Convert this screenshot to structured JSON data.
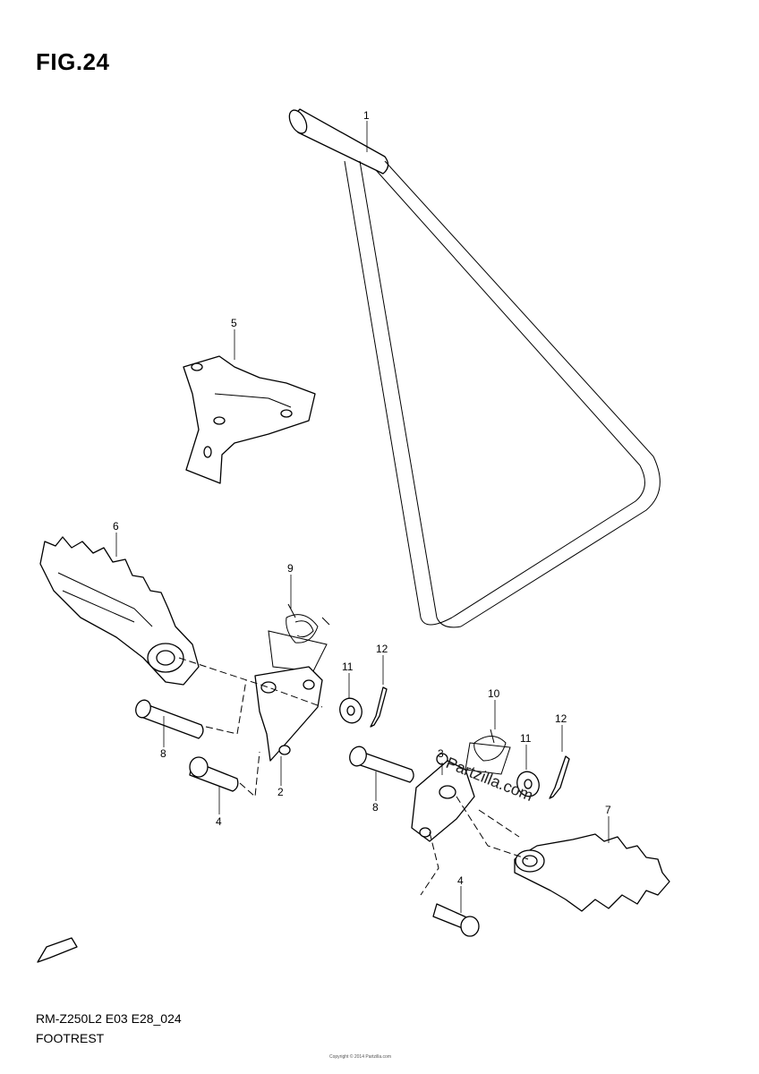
{
  "figure": {
    "title": "FIG.24",
    "model_code": "RM-Z250L2 E03 E28_024",
    "name": "FOOTREST"
  },
  "watermark": "Partzilla.com",
  "fwd_label": "FWD",
  "copyright": "Copyright © 2014 Partzilla.com",
  "callouts": [
    {
      "id": "1",
      "label": "1"
    },
    {
      "id": "2",
      "label": "2"
    },
    {
      "id": "3",
      "label": "3"
    },
    {
      "id": "4a",
      "label": "4"
    },
    {
      "id": "4b",
      "label": "4"
    },
    {
      "id": "5",
      "label": "5"
    },
    {
      "id": "6",
      "label": "6"
    },
    {
      "id": "7",
      "label": "7"
    },
    {
      "id": "8a",
      "label": "8"
    },
    {
      "id": "8b",
      "label": "8"
    },
    {
      "id": "9",
      "label": "9"
    },
    {
      "id": "10",
      "label": "10"
    },
    {
      "id": "11a",
      "label": "11"
    },
    {
      "id": "11b",
      "label": "11"
    },
    {
      "id": "12a",
      "label": "12"
    },
    {
      "id": "12b",
      "label": "12"
    }
  ]
}
